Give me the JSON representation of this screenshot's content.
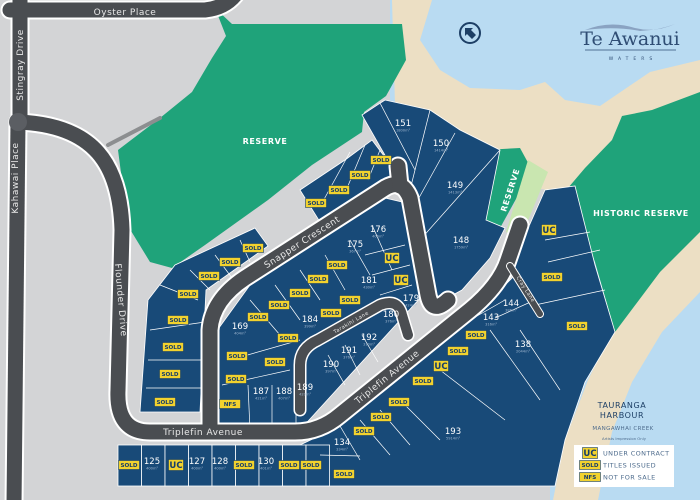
{
  "brand": {
    "name": "Te Awanui",
    "tagline": "WATERS"
  },
  "colors": {
    "land": "#d3d4d6",
    "water": "#b9dbf2",
    "beach": "#ecdfc4",
    "reserve": "#1fa37a",
    "path": "#c9e6b0",
    "lot": "#184a78",
    "road": "#4a4d51",
    "badge": "#f2d22e"
  },
  "streets": {
    "oyster": "Oyster Place",
    "stingray": "Stingray Drive",
    "kahawai": "Kahawai Place",
    "flounder": "Flounder Drive",
    "snapper": "Snapper Crescent",
    "triplefin_h": "Triplefin Avenue",
    "triplefin_d": "Triplefin Avenue",
    "tarakihi": "Tarakihi Lane",
    "cray": "Cray Lane"
  },
  "zones": {
    "reserve": "RESERVE",
    "reserve_small": "RESERVE",
    "historic": "HISTORIC RESERVE"
  },
  "harbour": {
    "line1": "TAURANGA",
    "line2": "HARBOUR",
    "creek": "MANGAWHAI CREEK",
    "note": "Artists Impression Only"
  },
  "legend": [
    {
      "code": "UC",
      "label": "UNDER CONTRACT"
    },
    {
      "code": "SOLD",
      "label": "TITLES ISSUED"
    },
    {
      "code": "NFS",
      "label": "NOT FOR SALE"
    }
  ],
  "lots": [
    {
      "number": "151",
      "area": "1800m²"
    },
    {
      "number": "150",
      "area": "1414m²"
    },
    {
      "number": "149",
      "area": "1413m²"
    },
    {
      "number": "148",
      "area": "1759m²"
    },
    {
      "number": "176",
      "area": "406m²"
    },
    {
      "number": "175",
      "area": "367m²"
    },
    {
      "number": "181",
      "area": "430m²"
    },
    {
      "number": "179",
      "area": "424m²"
    },
    {
      "number": "180",
      "area": "376m²"
    },
    {
      "number": "184",
      "area": "399m²"
    },
    {
      "number": "169",
      "area": "404m²"
    },
    {
      "number": "192",
      "area": "310m²"
    },
    {
      "number": "191",
      "area": "376m²"
    },
    {
      "number": "190",
      "area": "397m²"
    },
    {
      "number": "187",
      "area": "421m²"
    },
    {
      "number": "188",
      "area": "407m²"
    },
    {
      "number": "189",
      "area": "420m²"
    },
    {
      "number": "144",
      "area": "386m²"
    },
    {
      "number": "143",
      "area": "316m²"
    },
    {
      "number": "138",
      "area": "2044m²"
    },
    {
      "number": "134",
      "area": "334m²"
    },
    {
      "number": "193",
      "area": "5914m²"
    },
    {
      "number": "125",
      "area": "400m²"
    },
    {
      "number": "127",
      "area": "400m²"
    },
    {
      "number": "128",
      "area": "400m²"
    },
    {
      "number": "130",
      "area": "401m²"
    }
  ],
  "badges": [
    "SOLD",
    "SOLD",
    "SOLD",
    "SOLD",
    "SOLD",
    "SOLD",
    "SOLD",
    "SOLD",
    "SOLD",
    "SOLD",
    "SOLD",
    "SOLD",
    "SOLD",
    "SOLD",
    "SOLD",
    "SOLD",
    "SOLD",
    "SOLD",
    "SOLD",
    "SOLD",
    "SOLD",
    "SOLD",
    "SOLD",
    "NFS",
    "UC",
    "UC",
    "UC",
    "SOLD",
    "SOLD",
    "SOLD",
    "SOLD",
    "UC",
    "SOLD",
    "SOLD",
    "SOLD",
    "SOLD",
    "SOLD",
    "SOLD",
    "UC",
    "SOLD",
    "SOLD",
    "SOLD"
  ]
}
